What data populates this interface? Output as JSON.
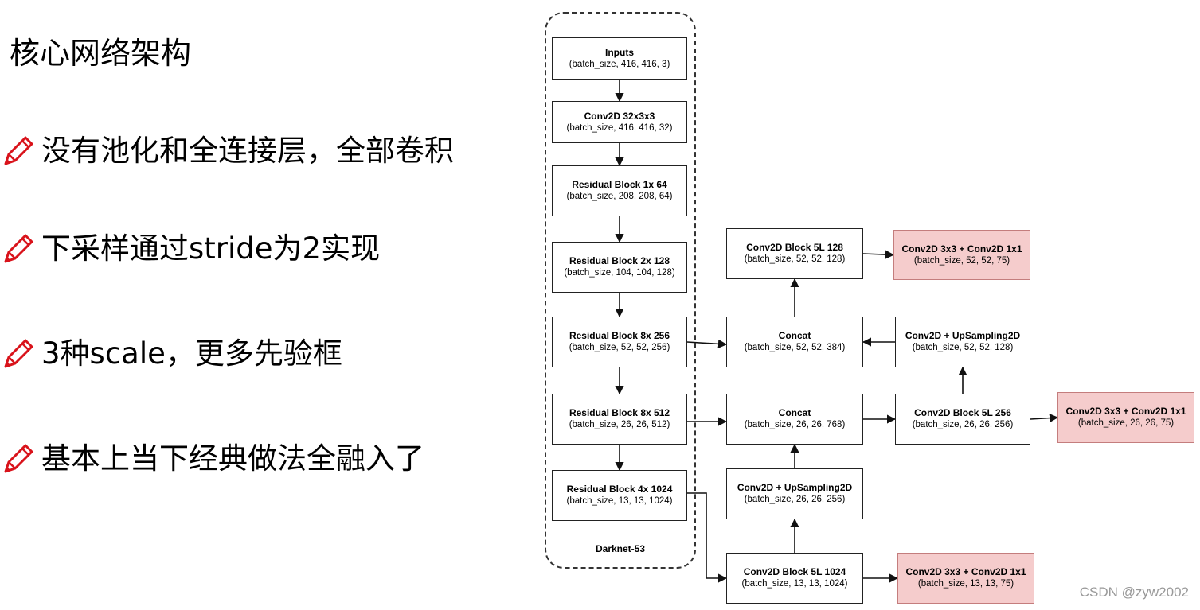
{
  "heading": "核心网络架构",
  "bullets": [
    {
      "text": "没有池化和全连接层，全部卷积",
      "icon": "pencil-icon"
    },
    {
      "text": "下采样通过stride为2实现",
      "icon": "pencil-icon"
    },
    {
      "text": "3种scale，更多先验框",
      "icon": "pencil-icon"
    },
    {
      "text": "基本上当下经典做法全融入了",
      "icon": "pencil-icon"
    }
  ],
  "colors": {
    "output_fill": "#f5cccc",
    "output_border": "#c47d7d",
    "accent_pencil": "#d9131b"
  },
  "diagram": {
    "group_label": "Darknet-53",
    "nodes": [
      {
        "id": "inputs",
        "title": "Inputs",
        "shape": "(batch_size, 416, 416, 3)"
      },
      {
        "id": "conv2d",
        "title": "Conv2D 32x3x3",
        "shape": "(batch_size, 416, 416, 32)"
      },
      {
        "id": "res1",
        "title": "Residual Block 1x  64",
        "shape": "(batch_size, 208, 208, 64)"
      },
      {
        "id": "res2",
        "title": "Residual Block 2x  128",
        "shape": "(batch_size, 104, 104, 128)"
      },
      {
        "id": "res8a",
        "title": "Residual Block 8x  256",
        "shape": "(batch_size, 52, 52, 256)"
      },
      {
        "id": "res8b",
        "title": "Residual Block 8x  512",
        "shape": "(batch_size, 26, 26, 512)"
      },
      {
        "id": "res4",
        "title": "Residual Block 4x  1024",
        "shape": "(batch_size, 13, 13, 1024)"
      },
      {
        "id": "c5_13",
        "title": "Conv2D Block 5L  1024",
        "shape": "(batch_size, 13, 13, 1024)"
      },
      {
        "id": "out13",
        "title": "Conv2D 3x3 + Conv2D 1x1",
        "shape": "(batch_size, 13, 13, 75)",
        "output": true
      },
      {
        "id": "up26",
        "title": "Conv2D + UpSampling2D",
        "shape": "(batch_size, 26, 26, 256)"
      },
      {
        "id": "cat26",
        "title": "Concat",
        "shape": "(batch_size, 26, 26, 768)"
      },
      {
        "id": "c5_26",
        "title": "Conv2D Block 5L  256",
        "shape": "(batch_size, 26, 26, 256)"
      },
      {
        "id": "out26",
        "title": "Conv2D 3x3 + Conv2D 1x1",
        "shape": "(batch_size, 26, 26, 75)",
        "output": true
      },
      {
        "id": "up52",
        "title": "Conv2D + UpSampling2D",
        "shape": "(batch_size, 52, 52, 128)"
      },
      {
        "id": "cat52",
        "title": "Concat",
        "shape": "(batch_size, 52, 52, 384)"
      },
      {
        "id": "c5_52",
        "title": "Conv2D Block 5L  128",
        "shape": "(batch_size, 52, 52, 128)"
      },
      {
        "id": "out52",
        "title": "Conv2D 3x3 + Conv2D 1x1",
        "shape": "(batch_size, 52, 52, 75)",
        "output": true
      }
    ],
    "edges": [
      [
        "inputs",
        "conv2d"
      ],
      [
        "conv2d",
        "res1"
      ],
      [
        "res1",
        "res2"
      ],
      [
        "res2",
        "res8a"
      ],
      [
        "res8a",
        "res8b"
      ],
      [
        "res8b",
        "res4"
      ],
      [
        "res4",
        "c5_13"
      ],
      [
        "c5_13",
        "out13"
      ],
      [
        "c5_13",
        "up26"
      ],
      [
        "up26",
        "cat26"
      ],
      [
        "res8b",
        "cat26"
      ],
      [
        "cat26",
        "c5_26"
      ],
      [
        "c5_26",
        "out26"
      ],
      [
        "c5_26",
        "up52"
      ],
      [
        "up52",
        "cat52"
      ],
      [
        "res8a",
        "cat52"
      ],
      [
        "cat52",
        "c5_52"
      ],
      [
        "c5_52",
        "out52"
      ]
    ]
  },
  "watermark": "CSDN @zyw2002"
}
